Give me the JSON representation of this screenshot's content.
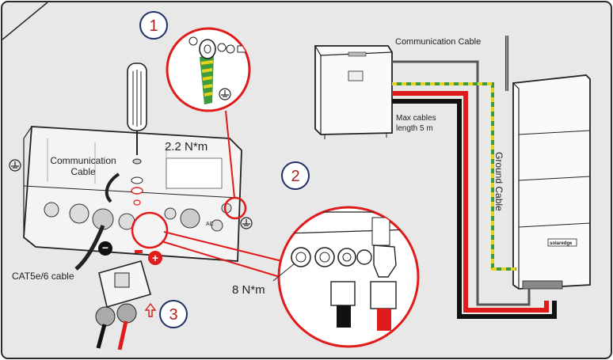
{
  "steps": [
    "1",
    "2",
    "3"
  ],
  "labels": {
    "torque_small": "2.2 N*m",
    "torque_large": "8 N*m",
    "comm_cable_left_line1": "Communication",
    "comm_cable_left_line2": "Cable",
    "cat_cable": "CAT5e/6 cable",
    "comm_cable_right": "Communication Cable",
    "max_cables_line1": "Max cables",
    "max_cables_line2": "length 5 m",
    "ground_cable": "Ground Cable",
    "ac_label": "AC",
    "brand": "solaredge"
  },
  "polarity": {
    "negative": "−",
    "positive": "+"
  },
  "colors": {
    "frame": "#2b2b2b",
    "background": "#e8e8e8",
    "callout_red": "#e01b1b",
    "step_circle": "#1f2f66",
    "step_number": "#b01e1e",
    "ground_yellow": "#e6d21c",
    "ground_green": "#3d9a3d",
    "cable_black": "#111111"
  },
  "icons": [
    "screwdriver-icon",
    "ground-symbol-icon",
    "minus-sign-icon",
    "plus-sign-icon",
    "up-arrow-icon",
    "antenna-icon"
  ]
}
